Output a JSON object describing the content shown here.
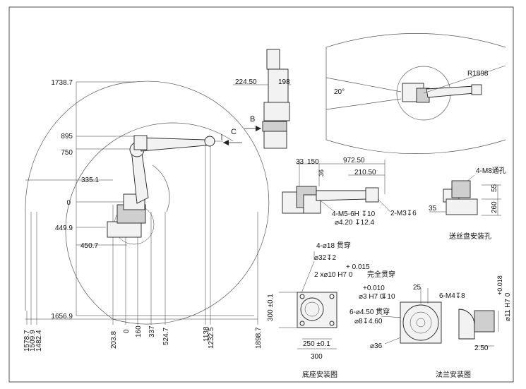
{
  "side_view": {
    "vertical_dims": [
      "1738.7",
      "895",
      "750",
      "335.1",
      "0",
      "449.9",
      "450.7",
      "1656.9"
    ],
    "horizontal_dims": [
      "1578.7",
      "1509.9",
      "1482.4",
      "203.8",
      "0",
      "160",
      "337",
      "524.7",
      "1138",
      "1232.5",
      "1898.7"
    ],
    "view_markers": [
      "B",
      "C"
    ]
  },
  "top_right_view": {
    "dims": [
      "224.50",
      "198"
    ]
  },
  "sweep_view": {
    "angle": "20°",
    "radius": "R1898"
  },
  "middle_view": {
    "dims_top": [
      "33",
      "150",
      "972.50",
      "36",
      "210.50"
    ],
    "callouts": [
      "4-M5-6H ↧10",
      "⌀4.20 ↧12.4",
      "2-M3↧6"
    ]
  },
  "screw_plate_view": {
    "callout": "4-M8通孔",
    "dims": [
      "55",
      "35",
      "260"
    ],
    "caption": "送丝盘安装孔"
  },
  "base_view": {
    "callouts": [
      "4-⌀18 贯穿",
      "⌀32↧2",
      "+ 0.015",
      "2 x⌀10 H7  0",
      "完全贯穿"
    ],
    "dims": [
      "300 ±0.1",
      "250 ±0.1",
      "300"
    ],
    "caption": "底座安装图"
  },
  "flange_view": {
    "callouts": [
      "+0.010",
      "⌀3 H7  0",
      "↧10",
      "6-⌀4.50 贯穿",
      "⌀8↧4.60",
      "6-M4↧8",
      "⌀36"
    ],
    "dims": [
      "25",
      "2.50",
      "+0.018",
      "⌀11 H7  0"
    ],
    "caption": "法兰安装图"
  }
}
